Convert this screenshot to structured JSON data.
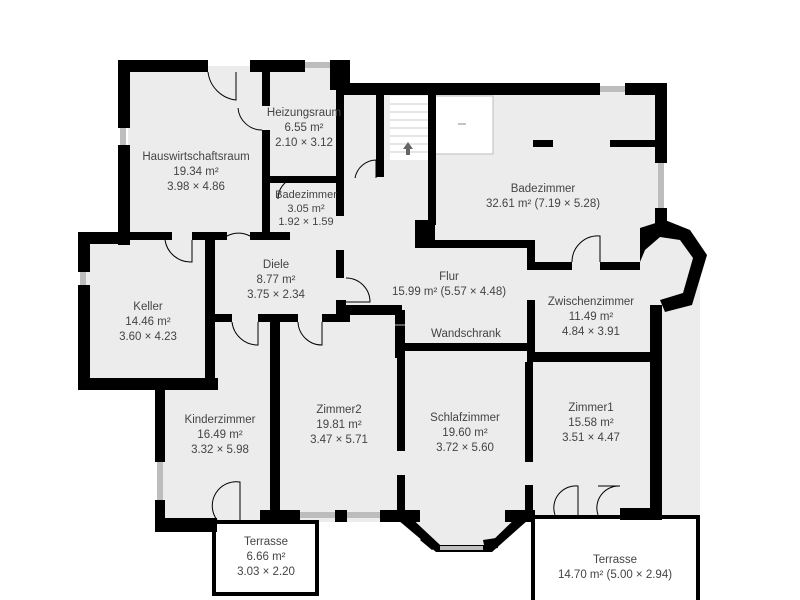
{
  "floorplan": {
    "colors": {
      "floor": "#ececec",
      "wall": "#000000",
      "window": "#bdbdbd",
      "text": "#444444"
    },
    "rooms": [
      {
        "name": "Hauswirtschaftsraum",
        "area": "19.34 m²",
        "dims": "3.98 × 4.86"
      },
      {
        "name": "Heizungsraum",
        "area": "6.55 m²",
        "dims": "2.10 × 3.12"
      },
      {
        "name": "Badezimmer",
        "area": "3.05 m²",
        "dims": "1.92 × 1.59"
      },
      {
        "name": "Badezimmer",
        "area": "32.61 m² (7.19 × 5.28)"
      },
      {
        "name": "Diele",
        "area": "8.77 m²",
        "dims": "3.75 × 2.34"
      },
      {
        "name": "Keller",
        "area": "14.46 m²",
        "dims": "3.60 × 4.23"
      },
      {
        "name": "Flur",
        "area": "15.99 m² (5.57 × 4.48)"
      },
      {
        "name": "Wandschrank"
      },
      {
        "name": "Zwischenzimmer",
        "area": "11.49 m²",
        "dims": "4.84 × 3.91"
      },
      {
        "name": "Kinderzimmer",
        "area": "16.49 m²",
        "dims": "3.32 × 5.98"
      },
      {
        "name": "Zimmer2",
        "area": "19.81 m²",
        "dims": "3.47 × 5.71"
      },
      {
        "name": "Schlafzimmer",
        "area": "19.60 m²",
        "dims": "3.72 × 5.60"
      },
      {
        "name": "Zimmer1",
        "area": "15.58 m²",
        "dims": "3.51 × 4.47"
      },
      {
        "name": "Terrasse",
        "area": "6.66 m²",
        "dims": "3.03 × 2.20"
      },
      {
        "name": "Terrasse",
        "area": "14.70 m² (5.00 × 2.94)"
      }
    ]
  }
}
